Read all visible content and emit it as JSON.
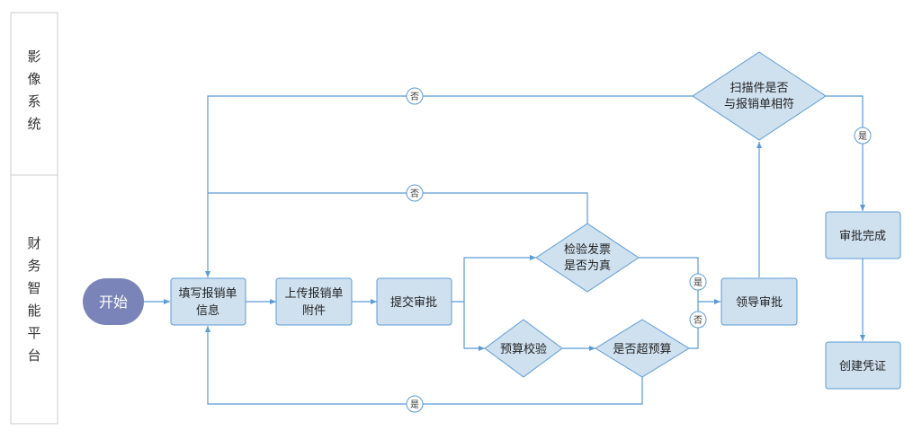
{
  "colors": {
    "node_fill": "#cfe0ef",
    "node_stroke": "#5b9bd5",
    "edge": "#5b9bd5",
    "start_fill": "#7b84b8",
    "lane_border": "#cccccc"
  },
  "lanes": [
    {
      "id": "imaging",
      "chars": [
        "影",
        "像",
        "系",
        "统"
      ]
    },
    {
      "id": "finance",
      "chars": [
        "财",
        "务",
        "智",
        "能",
        "平",
        "台"
      ]
    }
  ],
  "nodes": {
    "start": "开始",
    "fill_form": [
      "填写报销单",
      "信息"
    ],
    "upload": [
      "上传报销单",
      "附件"
    ],
    "submit": "提交审批",
    "check_invoice": [
      "检验发票",
      "是否为真"
    ],
    "budget_check": "预算校验",
    "over_budget": "是否超预算",
    "leader": "领导审批",
    "scan_match": [
      "扫描件是否",
      "与报销单相符"
    ],
    "approved": "审批完成",
    "voucher": "创建凭证"
  },
  "edge_labels": {
    "scan_no": "否",
    "invoice_no": "否",
    "scan_yes": "是",
    "invoice_yes": "是",
    "budget_no": "否",
    "budget_yes": "是"
  }
}
